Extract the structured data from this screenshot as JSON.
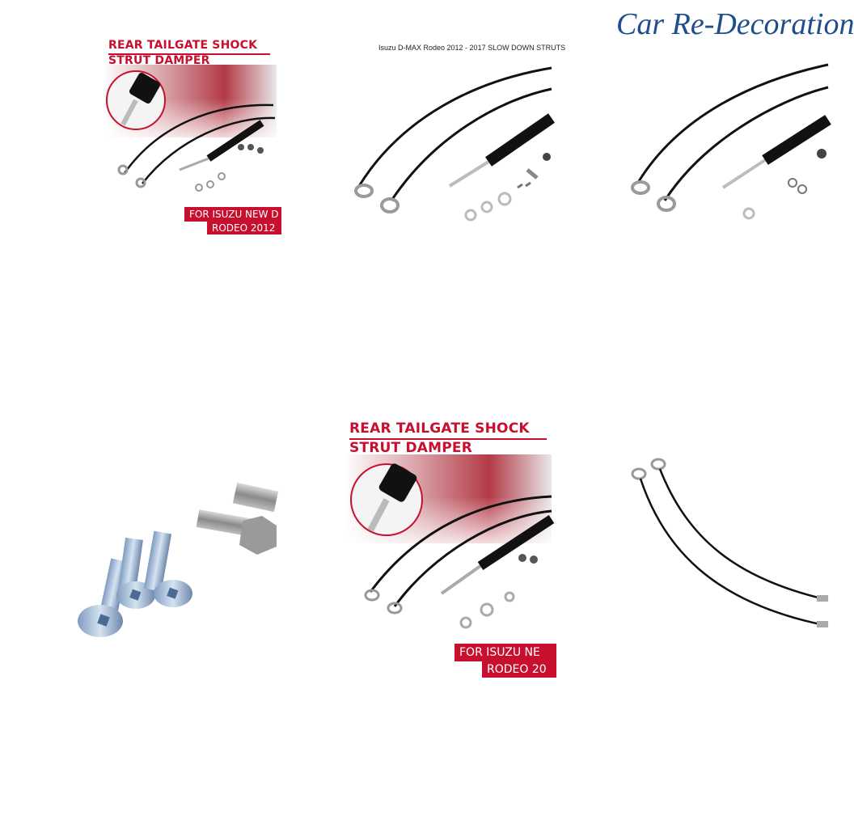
{
  "brand": {
    "text": "Car Re-Decoration",
    "color": "#1f4e8c"
  },
  "accent_color": "#c8102e",
  "tile1": {
    "title_line1": "REAR TAILGATE SHOCK",
    "title_line2": "STRUT DAMPER",
    "badge_line1": "FOR ISUZU NEW D",
    "badge_line2": "RODEO 2012"
  },
  "tile2": {
    "caption": "Isuzu D-MAX Rodeo 2012 - 2017 SLOW DOWN STRUTS"
  },
  "tile5": {
    "title_line1": "REAR TAILGATE SHOCK",
    "title_line2": "STRUT DAMPER",
    "badge_line1": "FOR ISUZU NE",
    "badge_line2": "RODEO 20"
  }
}
